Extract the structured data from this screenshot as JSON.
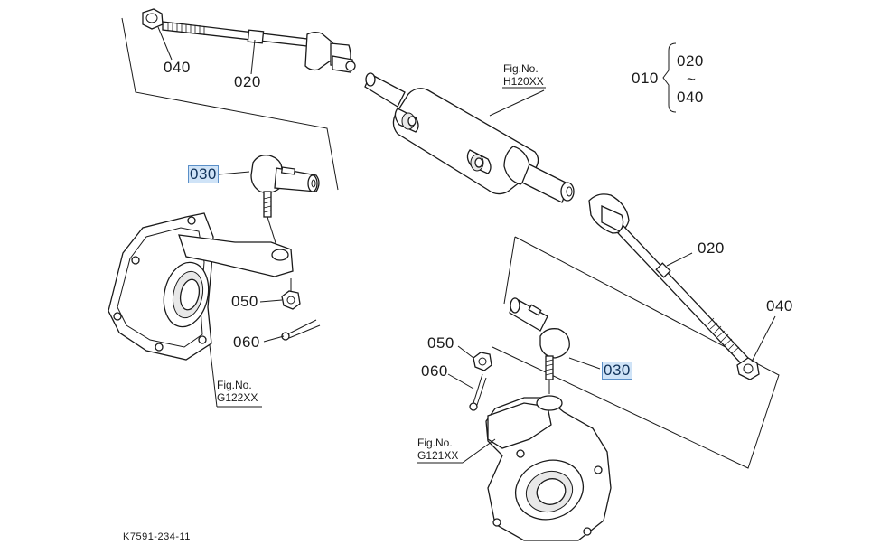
{
  "labels": {
    "tierod_left_020": "020",
    "nut_left_040": "040",
    "cylinder_fig_title": "Fig.No.",
    "cylinder_fig_code": "H120XX",
    "assembly_010": "010",
    "range_start": "020",
    "range_tilde": "~",
    "range_end": "040",
    "tie_rod_end_left_030": "030",
    "nut_left_050": "050",
    "cotter_pin_left_060": "060",
    "knuckle_left_fig_title": "Fig.No.",
    "knuckle_left_fig_code": "G122XX",
    "tierod_right_020": "020",
    "nut_right_040": "040",
    "nut_right_050": "050",
    "cotter_pin_right_060": "060",
    "tie_rod_end_right_030": "030",
    "knuckle_right_fig_title": "Fig.No.",
    "knuckle_right_fig_code": "G121XX",
    "drawing_number": "K7591-234-11"
  },
  "colors": {
    "highlight_fill": "#cfe3f7",
    "highlight_border": "#5a8fc8",
    "line": "#1a1a1a"
  }
}
